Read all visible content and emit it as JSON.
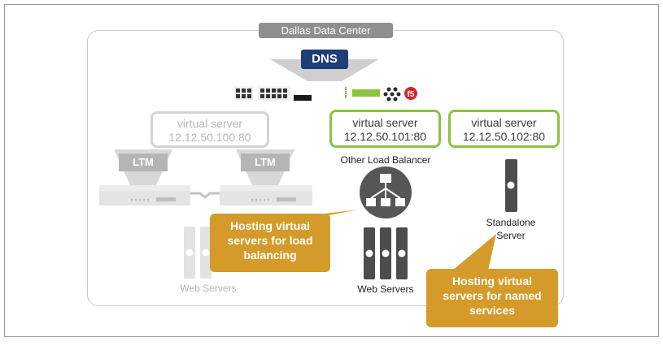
{
  "datacenter_title": "Dallas Data Center",
  "dns_label": "DNS",
  "virtual_servers": [
    {
      "title": "virtual server",
      "address": "12.12.50.100:80",
      "state": "inactive"
    },
    {
      "title": "virtual server",
      "address": "12.12.50.101:80",
      "state": "active"
    },
    {
      "title": "virtual server",
      "address": "12.12.50.102:80",
      "state": "active"
    }
  ],
  "ltm_labels": [
    "LTM",
    "LTM"
  ],
  "other_lb_label": "Other Load Balancer",
  "web_servers_left": "Web Servers",
  "web_servers_center": "Web Servers",
  "standalone_label": "Standalone\nServer",
  "callout_load_balancing": "Hosting virtual\nservers for load\nbalancing",
  "callout_named_services": "Hosting virtual\nservers for named\nservices",
  "colors": {
    "dns": "#1f3e77",
    "active_border": "#8cc241",
    "inactive_border": "#d4d4d4",
    "callout": "#d49a2a"
  }
}
